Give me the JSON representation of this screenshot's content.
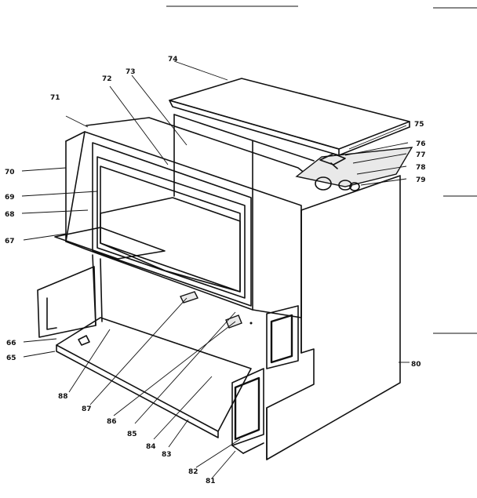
{
  "callouts": {
    "c65": "65",
    "c66": "66",
    "c67": "67",
    "c68": "68",
    "c69": "69",
    "c70": "70",
    "c71": "71",
    "c72": "72",
    "c73": "73",
    "c74": "74",
    "c75": "75",
    "c76": "76",
    "c77": "77",
    "c78": "78",
    "c79": "79",
    "c80": "80",
    "c81": "81",
    "c82": "82",
    "c83": "83",
    "c84": "84",
    "c85": "85",
    "c86": "86",
    "c87": "87",
    "c88": "88"
  }
}
